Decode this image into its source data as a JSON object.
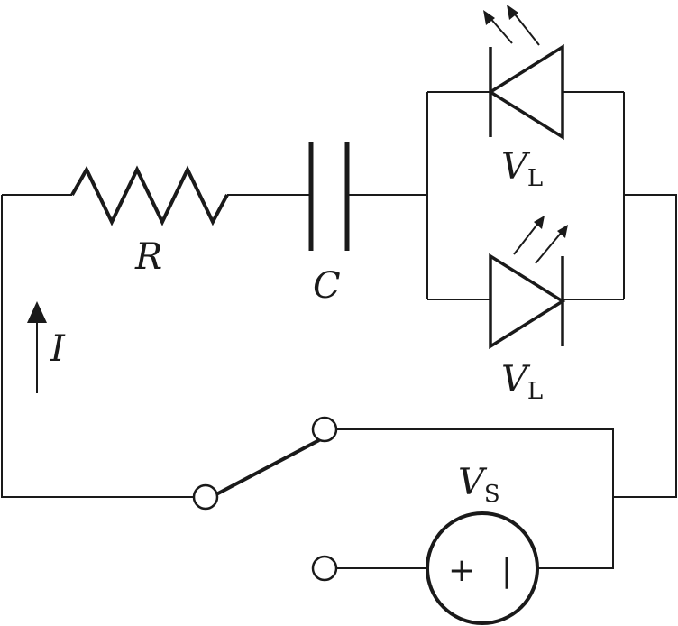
{
  "labels": {
    "resistor": "R",
    "capacitor": "C",
    "current": "I",
    "led_top": {
      "main": "V",
      "sub": "L"
    },
    "led_bottom": {
      "main": "V",
      "sub": "L"
    },
    "source": {
      "main": "V",
      "sub": "S"
    }
  },
  "source_symbols": {
    "plus": "+",
    "minus": "|"
  },
  "colors": {
    "stroke": "#1a1a1a",
    "background": "#ffffff"
  }
}
